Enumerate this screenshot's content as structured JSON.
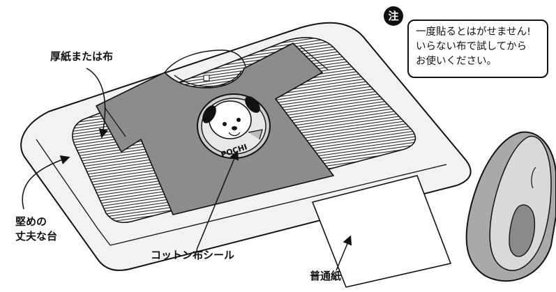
{
  "labels": {
    "cardboard_or_cloth": "厚紙または布",
    "sturdy_base_line1": "堅めの",
    "sturdy_base_line2": "丈夫な台",
    "cotton_seal": "コットン布シール",
    "plain_paper": "普通紙"
  },
  "note": {
    "badge": "注",
    "line1": "一度貼るとはがせません!",
    "line2": "いらない布で試してから",
    "line3": "お使いください。"
  },
  "logo_text": "POCHI",
  "icons": [
    "cardboard-base",
    "hatched-cloth",
    "t-shirt",
    "dog-logo",
    "plain-paper-sheet",
    "clothes-iron"
  ],
  "colors": {
    "outline": "#111111",
    "board_fill": "#f2f2f2",
    "shirt_fill": "#8c8c8c",
    "iron_fill": "#a9a9a9",
    "paper_fill": "#ffffff"
  }
}
